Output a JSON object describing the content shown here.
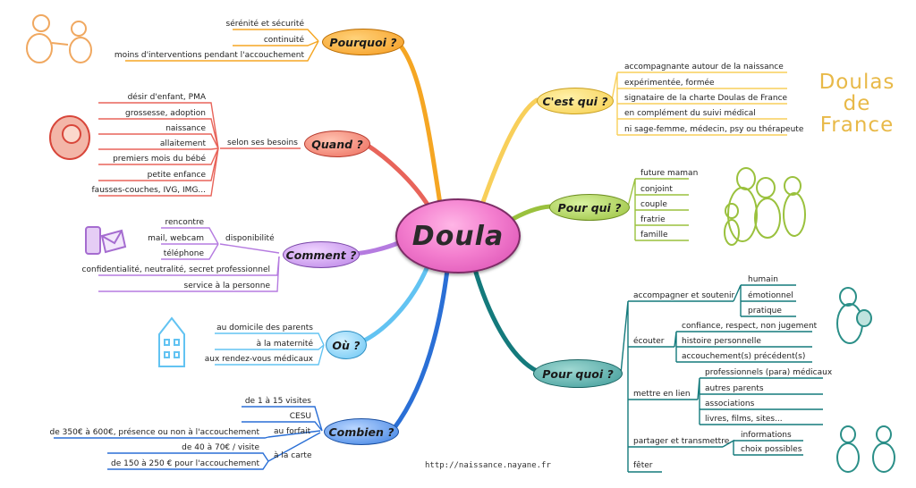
{
  "center": "Doula",
  "brand": {
    "line1": "Doulas",
    "line2": "de",
    "line3": "France"
  },
  "url": "http://naissance.nayane.fr",
  "colors": {
    "pourquoi": "#f5a623",
    "cestqui": "#f8cf5a",
    "pourqui": "#9ac13d",
    "pourquoi2": "#147a7c",
    "quand": "#e8645a",
    "comment": "#b57be0",
    "ou": "#62c3f2",
    "combien": "#2a6fd6",
    "center": "#f47fcf"
  },
  "branches": {
    "pourquoi": {
      "label": "Pourquoi ?",
      "items": [
        "sérénité et sécurité",
        "continuité",
        "moins d'interventions pendant l'accouchement"
      ]
    },
    "cestqui": {
      "label": "C'est qui ?",
      "items": [
        "accompagnante autour de la naissance",
        "expérimentée, formée",
        "signataire de la charte Doulas de France",
        "en complément du suivi médical",
        "ni sage-femme, médecin, psy ou thérapeute"
      ]
    },
    "pourqui": {
      "label": "Pour qui ?",
      "items": [
        "future maman",
        "conjoint",
        "couple",
        "fratrie",
        "famille"
      ]
    },
    "quand": {
      "label": "Quand ?",
      "hub": "selon ses besoins",
      "items": [
        "désir d'enfant, PMA",
        "grossesse, adoption",
        "naissance",
        "allaitement",
        "premiers mois du bébé",
        "petite enfance",
        "fausses-couches, IVG, IMG..."
      ]
    },
    "comment": {
      "label": "Comment ?",
      "hub": "disponibilité",
      "hub_items": [
        "rencontre",
        "mail, webcam",
        "téléphone"
      ],
      "items": [
        "confidentialité, neutralité, secret professionnel",
        "service à la personne"
      ]
    },
    "ou": {
      "label": "Où ?",
      "items": [
        "au domicile des parents",
        "à la maternité",
        "aux rendez-vous médicaux"
      ]
    },
    "combien": {
      "label": "Combien ?",
      "items": [
        "de 1 à 15 visites",
        "CESU"
      ],
      "forfait": {
        "label": "au forfait",
        "items": [
          "de 350€ à 600€, présence ou non à l'accouchement"
        ]
      },
      "carte": {
        "label": "à la carte",
        "items": [
          "de 40 à 70€ / visite",
          "de 150 à 250 € pour l'accouchement"
        ]
      }
    },
    "pourquoi2": {
      "label": "Pour quoi ?",
      "groups": [
        {
          "label": "accompagner et soutenir",
          "items": [
            "humain",
            "émotionnel",
            "pratique"
          ]
        },
        {
          "label": "écouter",
          "items": [
            "confiance, respect, non jugement",
            "histoire personnelle",
            "accouchement(s) précédent(s)"
          ]
        },
        {
          "label": "mettre en lien",
          "items": [
            "professionnels (para) médicaux",
            "autres parents",
            "associations",
            "livres, films, sites..."
          ]
        },
        {
          "label": "partager et transmettre",
          "items": [
            "informations",
            "choix possibles"
          ]
        },
        {
          "label": "fêter",
          "items": []
        }
      ]
    }
  }
}
